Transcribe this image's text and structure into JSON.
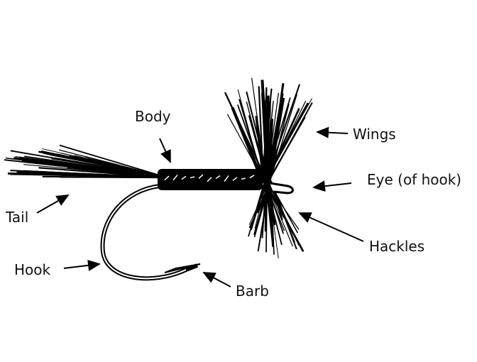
{
  "diagram": {
    "labels": {
      "body": "Body",
      "wings": "Wings",
      "eye": "Eye (of hook)",
      "tail": "Tail",
      "hackles": "Hackles",
      "hook": "Hook",
      "barb": "Barb"
    },
    "ink_color": "#000000",
    "background_color": "#ffffff"
  }
}
